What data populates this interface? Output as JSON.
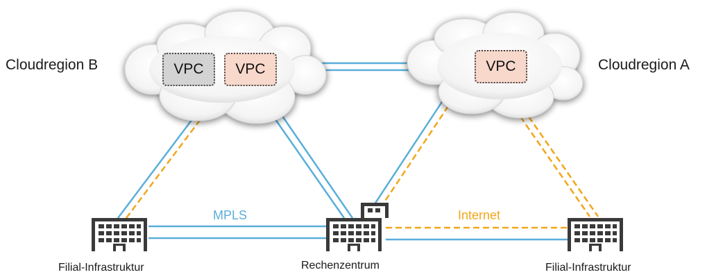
{
  "regions": {
    "b": {
      "label": "Cloudregion B"
    },
    "a": {
      "label": "Cloudregion A"
    }
  },
  "vpcs": [
    {
      "label": "VPC",
      "color": "#d3d3d3"
    },
    {
      "label": "VPC",
      "color": "#f8d8cb"
    },
    {
      "label": "VPC",
      "color": "#f8d8cb"
    }
  ],
  "links": {
    "mpls": {
      "label": "MPLS",
      "color": "#5aaed9"
    },
    "internet": {
      "label": "Internet",
      "color": "#f2a61b"
    }
  },
  "sites": {
    "branch_left": {
      "label": "Filial-Infrastruktur"
    },
    "datacenter": {
      "label": "Rechenzentrum"
    },
    "branch_right": {
      "label": "Filial-Infrastruktur"
    }
  },
  "icons": {
    "cloud": "cloud-icon",
    "building": "building-icon"
  }
}
